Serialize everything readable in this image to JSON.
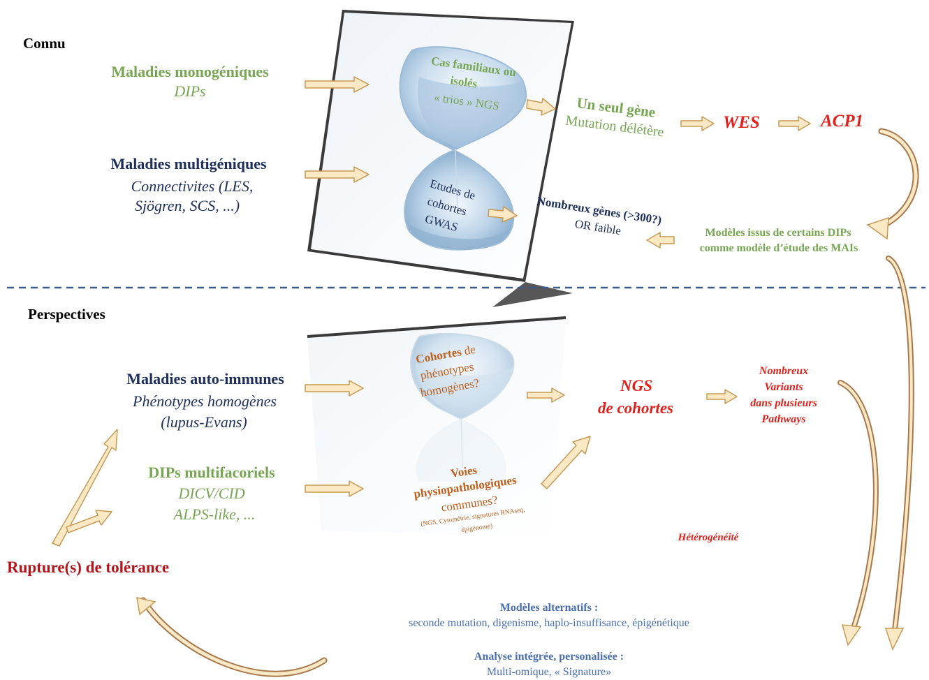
{
  "sections": {
    "known": "Connu",
    "perspectives": "Perspectives"
  },
  "known": {
    "monogenic": {
      "title": "Maladies monogéniques",
      "subtitle": "DIPs"
    },
    "multigenic": {
      "title": "Maladies multigéniques",
      "line1": "Connectivites (LES,",
      "line2": "Sjögren, SCS, ...)"
    },
    "hourglass_top": {
      "line1": "Cas familiaux ou",
      "line2": "isolés",
      "line3": "« trios » NGS"
    },
    "hourglass_bottom": {
      "line1": "Etudes de",
      "line2": "cohortes",
      "line3": "GWAS"
    },
    "single_gene": {
      "title": "Un seul gène",
      "subtitle": "Mutation délétère"
    },
    "wes": "WES",
    "acp1": "ACP1",
    "many_genes": {
      "title": "Nombreux gènes (>300?)",
      "subtitle": "OR faible"
    },
    "models": {
      "line1": "Modèles issus de certains DIPs",
      "line2": "comme modèle d’étude des MAIs"
    }
  },
  "perspectives": {
    "autoimmune": {
      "title": "Maladies auto-immunes",
      "line1": "Phénotypes homogènes",
      "line2": "(lupus-Evans)"
    },
    "dips_multi": {
      "title": "DIPs multifacoriels",
      "line1": "DICV/CID",
      "line2": "ALPS-like, ..."
    },
    "hourglass_top": {
      "w1": "Cohortes",
      "w2": "de",
      "line2": "phénotypes",
      "line3": "homogènes?"
    },
    "hourglass_bottom": {
      "line1": "Voies",
      "line2": "physiopathologiques",
      "line3": "communes?",
      "line4": "(NGS, Cytométrie, signatures RNAseq,",
      "line5": "épigénome)"
    },
    "ngs": {
      "line1": "NGS",
      "line2": "de cohortes"
    },
    "variants": {
      "line1": "Nombreux",
      "line2": "Variants",
      "line3": "dans plusieurs",
      "line4": "Pathways"
    },
    "heterogeneity": "Hétérogénéité",
    "rupture": "Rupture(s) de tolérance",
    "alt_models": {
      "title": "Modèles alternatifs :",
      "subtitle": "seconde mutation, digenisme, haplo-insuffisance, épigénétique"
    },
    "integrated": {
      "title": "Analyse intégrée, personalisée :",
      "subtitle": "Multi-omique, « Signature»"
    }
  },
  "colors": {
    "green": "#77a653",
    "navy": "#1e2f5c",
    "red": "#e0201b",
    "dark_red": "#b4141b",
    "orange": "#c0601c",
    "blue": "#4a6fb0",
    "arrow_fill": "#fbe8c4",
    "arrow_stroke": "#c79a55",
    "curve_stroke": "#a8784c",
    "separator": "#3b5a8c"
  }
}
